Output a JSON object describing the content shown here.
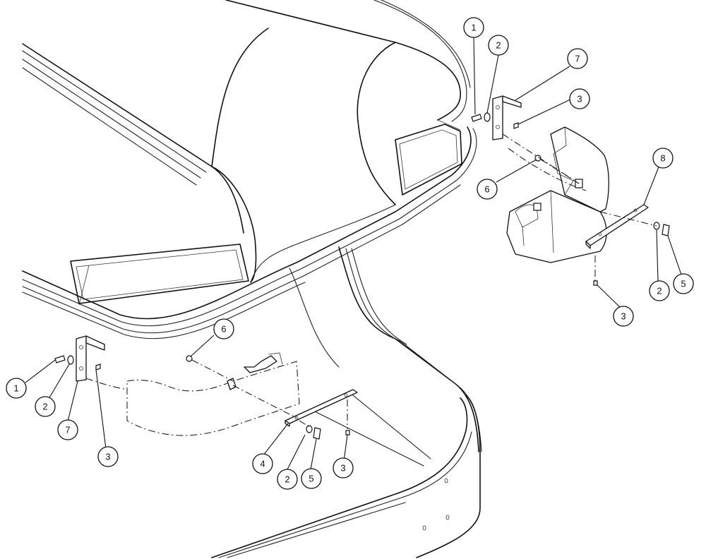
{
  "callouts": {
    "top_bracket_screw": "1",
    "top_bracket_washer": "2",
    "top_bracket": "7",
    "top_bracket_rivet": "3",
    "top_lamp_nut": "6",
    "top_strap": "8",
    "top_strap_washer": "2",
    "top_strap_screw": "5",
    "top_strap_rivet": "3",
    "left_bracket_screw": "1",
    "left_bracket_washer": "2",
    "left_bracket": "7",
    "left_bracket_rivet": "3",
    "left_lamp_nut": "6",
    "left_strap": "4",
    "left_strap_washer": "2",
    "left_strap_screw": "5",
    "left_strap_rivet": "3"
  }
}
